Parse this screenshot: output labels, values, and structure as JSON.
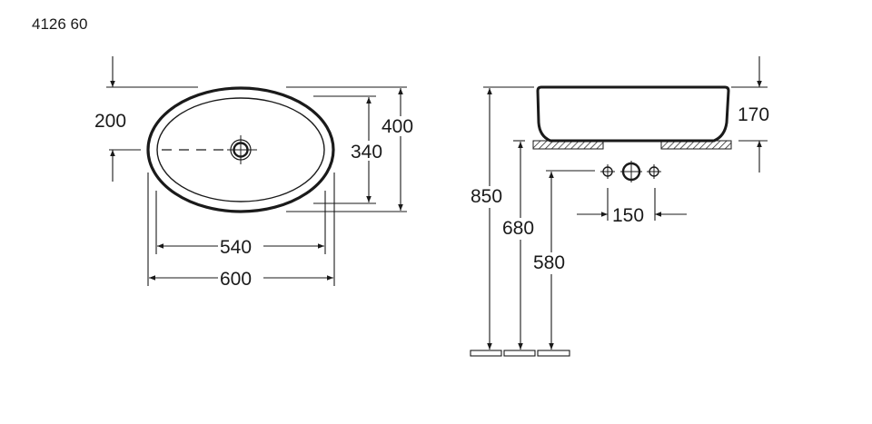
{
  "drawing": {
    "product_code": "4126 60",
    "colors": {
      "line": "#1a1a1a",
      "dim_line": "#333333",
      "background": "#ffffff"
    }
  },
  "top_view": {
    "dimensions": {
      "drain_offset": "200",
      "inner_depth": "340",
      "outer_depth": "400",
      "inner_width": "540",
      "outer_width": "600"
    }
  },
  "side_view": {
    "dimensions": {
      "basin_height": "170",
      "tap_spacing": "150",
      "rim_height": "850",
      "counter_height": "680",
      "tap_height": "580"
    }
  }
}
